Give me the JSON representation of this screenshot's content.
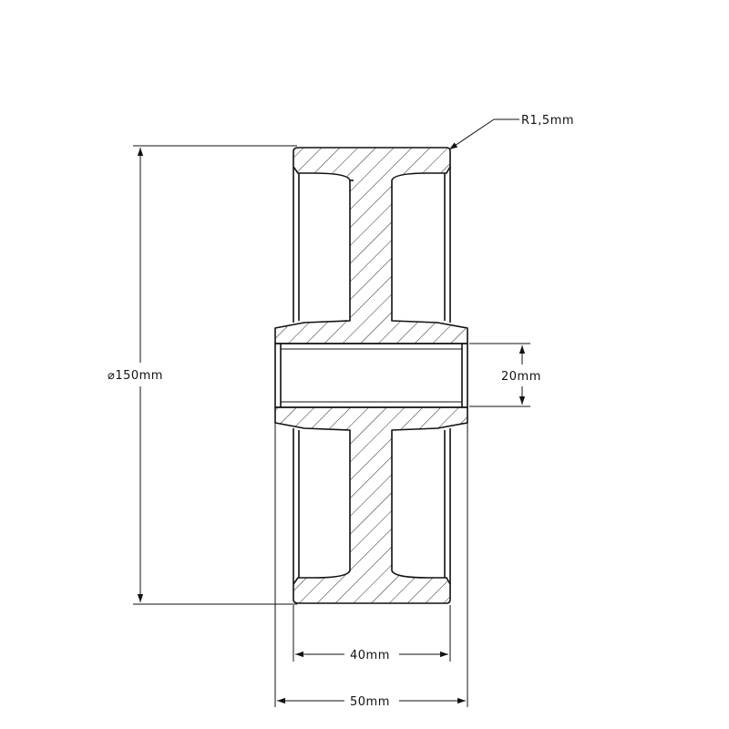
{
  "dimensions": {
    "diameter": "⌀150mm",
    "bore": "20mm",
    "inner_width": "40mm",
    "outer_width": "50mm",
    "radius": "R1,5mm"
  },
  "colors": {
    "line": "#111111",
    "background": "#ffffff"
  }
}
